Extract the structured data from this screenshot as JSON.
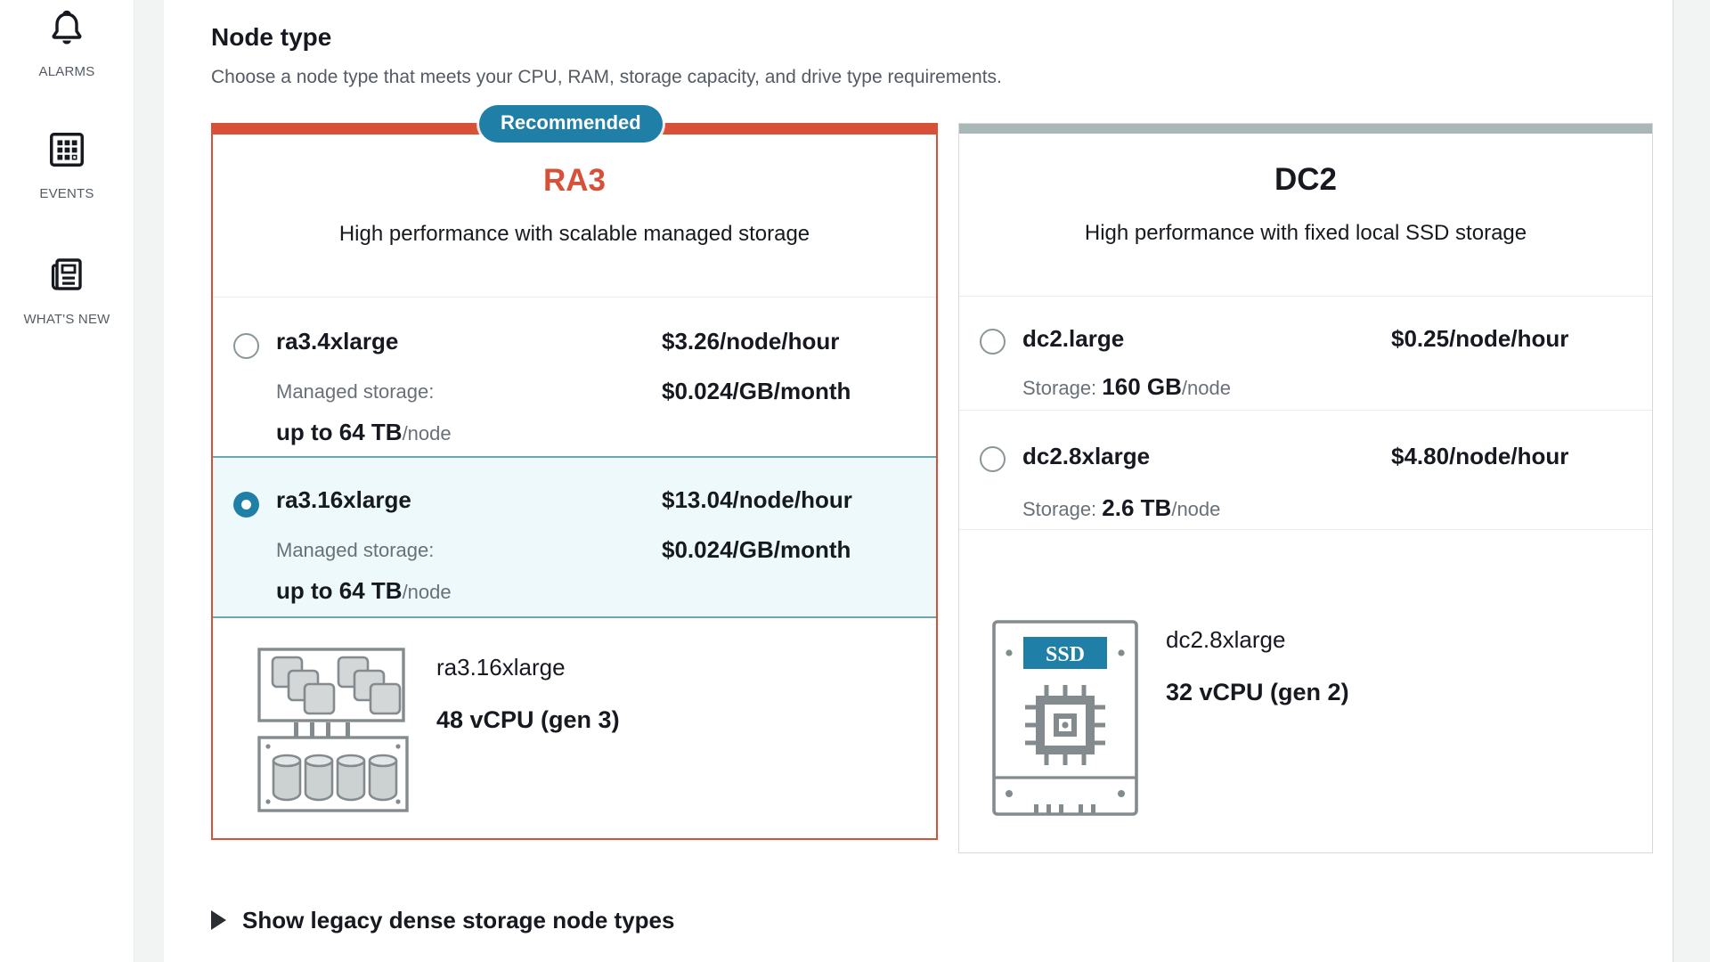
{
  "sidebar": {
    "items": [
      {
        "label": "ALARMS",
        "icon": "bell-icon"
      },
      {
        "label": "EVENTS",
        "icon": "events-grid-icon"
      },
      {
        "label": "WHAT'S NEW",
        "icon": "newspaper-icon"
      }
    ]
  },
  "header": {
    "title": "Node type",
    "description": "Choose a node type that meets your CPU, RAM, storage capacity, and drive type requirements."
  },
  "ra3_card": {
    "badge": "Recommended",
    "title": "RA3",
    "subtitle": "High performance with scalable managed storage",
    "options": [
      {
        "name": "ra3.4xlarge",
        "price": "$3.26/node/hour",
        "storage_price": "$0.024/GB/month",
        "storage_label": "Managed storage:",
        "capacity": "up to 64 TB",
        "capacity_unit": "/node",
        "selected": false
      },
      {
        "name": "ra3.16xlarge",
        "price": "$13.04/node/hour",
        "storage_price": "$0.024/GB/month",
        "storage_label": "Managed storage:",
        "capacity": "up to 64 TB",
        "capacity_unit": "/node",
        "selected": true
      }
    ],
    "detail": {
      "name": "ra3.16xlarge",
      "vcpu": "48 vCPU (gen 3)"
    }
  },
  "dc2_card": {
    "title": "DC2",
    "subtitle": "High performance with fixed local SSD storage",
    "options": [
      {
        "name": "dc2.large",
        "price": "$0.25/node/hour",
        "storage_label": "Storage:",
        "capacity": "160 GB",
        "capacity_unit": "/node",
        "selected": false
      },
      {
        "name": "dc2.8xlarge",
        "price": "$4.80/node/hour",
        "storage_label": "Storage:",
        "capacity": "2.6 TB",
        "capacity_unit": "/node",
        "selected": false
      }
    ],
    "detail": {
      "name": "dc2.8xlarge",
      "vcpu": "32 vCPU (gen 2)",
      "ssd_label": "SSD"
    }
  },
  "footer": {
    "legacy_toggle": "Show legacy dense storage node types"
  },
  "colors": {
    "accent_orange": "#d75038",
    "accent_blue": "#1f7fa7",
    "selected_row_bg": "#edf9fb",
    "selected_row_border": "#69a6af",
    "dc2_topbar": "#aab7b7"
  }
}
